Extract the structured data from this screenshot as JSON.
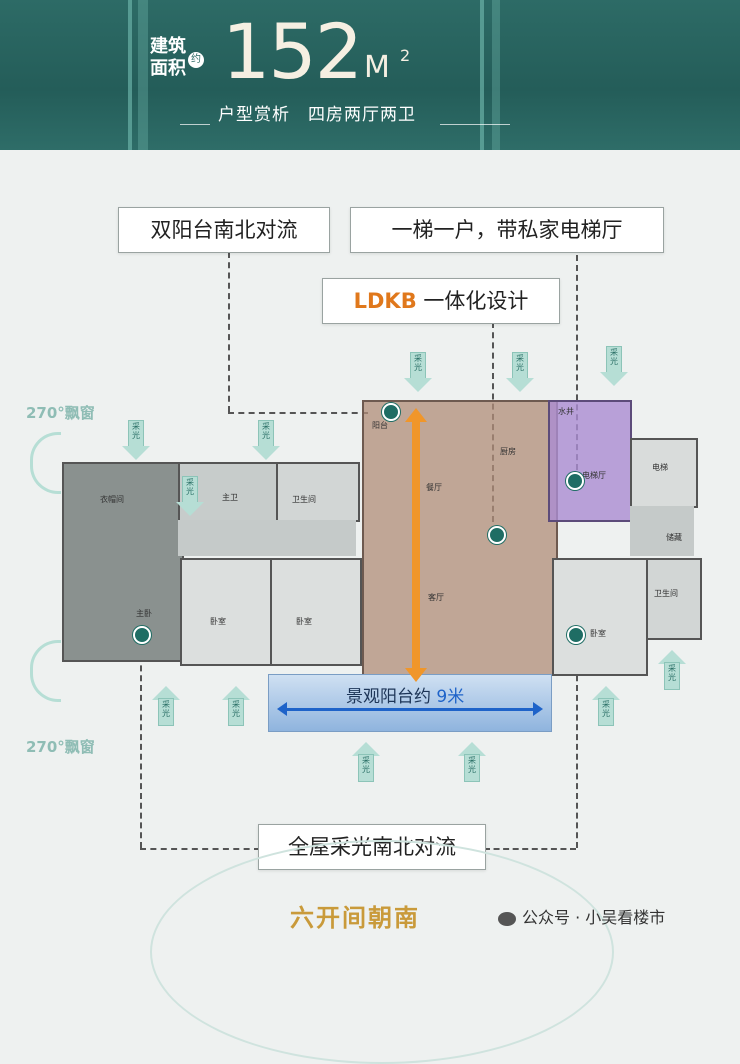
{
  "header": {
    "area_label_line1": "建筑",
    "area_label_line2": "面积",
    "area_badge": "约",
    "area_value": "152",
    "area_unit": "M",
    "area_sup": "2",
    "subtitle": "户型赏析　四房两厅两卫"
  },
  "callouts": {
    "balcony_flow": "双阳台南北对流",
    "private_lift": "一梯一户，带私家电梯厅",
    "ldkb_accent": "LDKB",
    "ldkb_rest": " 一体化设计",
    "full_light": "全屋采光南北对流"
  },
  "plan": {
    "rooms": {
      "cloakroom": "衣帽间",
      "master_bath": "主卫",
      "bathroom": "卫生间",
      "bathroom2": "卫生间",
      "master_bedroom": "主卧",
      "bedroom1": "卧室",
      "bedroom2": "卧室",
      "bedroom3": "卧室",
      "balcony_small": "阳台",
      "dining": "餐厅",
      "kitchen": "厨房",
      "living": "客厅",
      "water_well": "水井",
      "elevator_hall": "电梯厅",
      "elevator": "电梯",
      "storage": "储藏"
    },
    "light_label": "采光",
    "bay_window": "270°飘窗",
    "balcony_text": "景观阳台约 ",
    "balcony_value": "9米"
  },
  "footer": {
    "title": "六开间朝南",
    "wechat": "公众号 · 小吴看楼市"
  },
  "colors": {
    "header_bg": "#2d6b66",
    "accent_orange": "#f0962a",
    "accent_blue": "#1e63c9",
    "elevator_purple": "#aa8cd2",
    "light_arrow": "#b6ded5"
  }
}
